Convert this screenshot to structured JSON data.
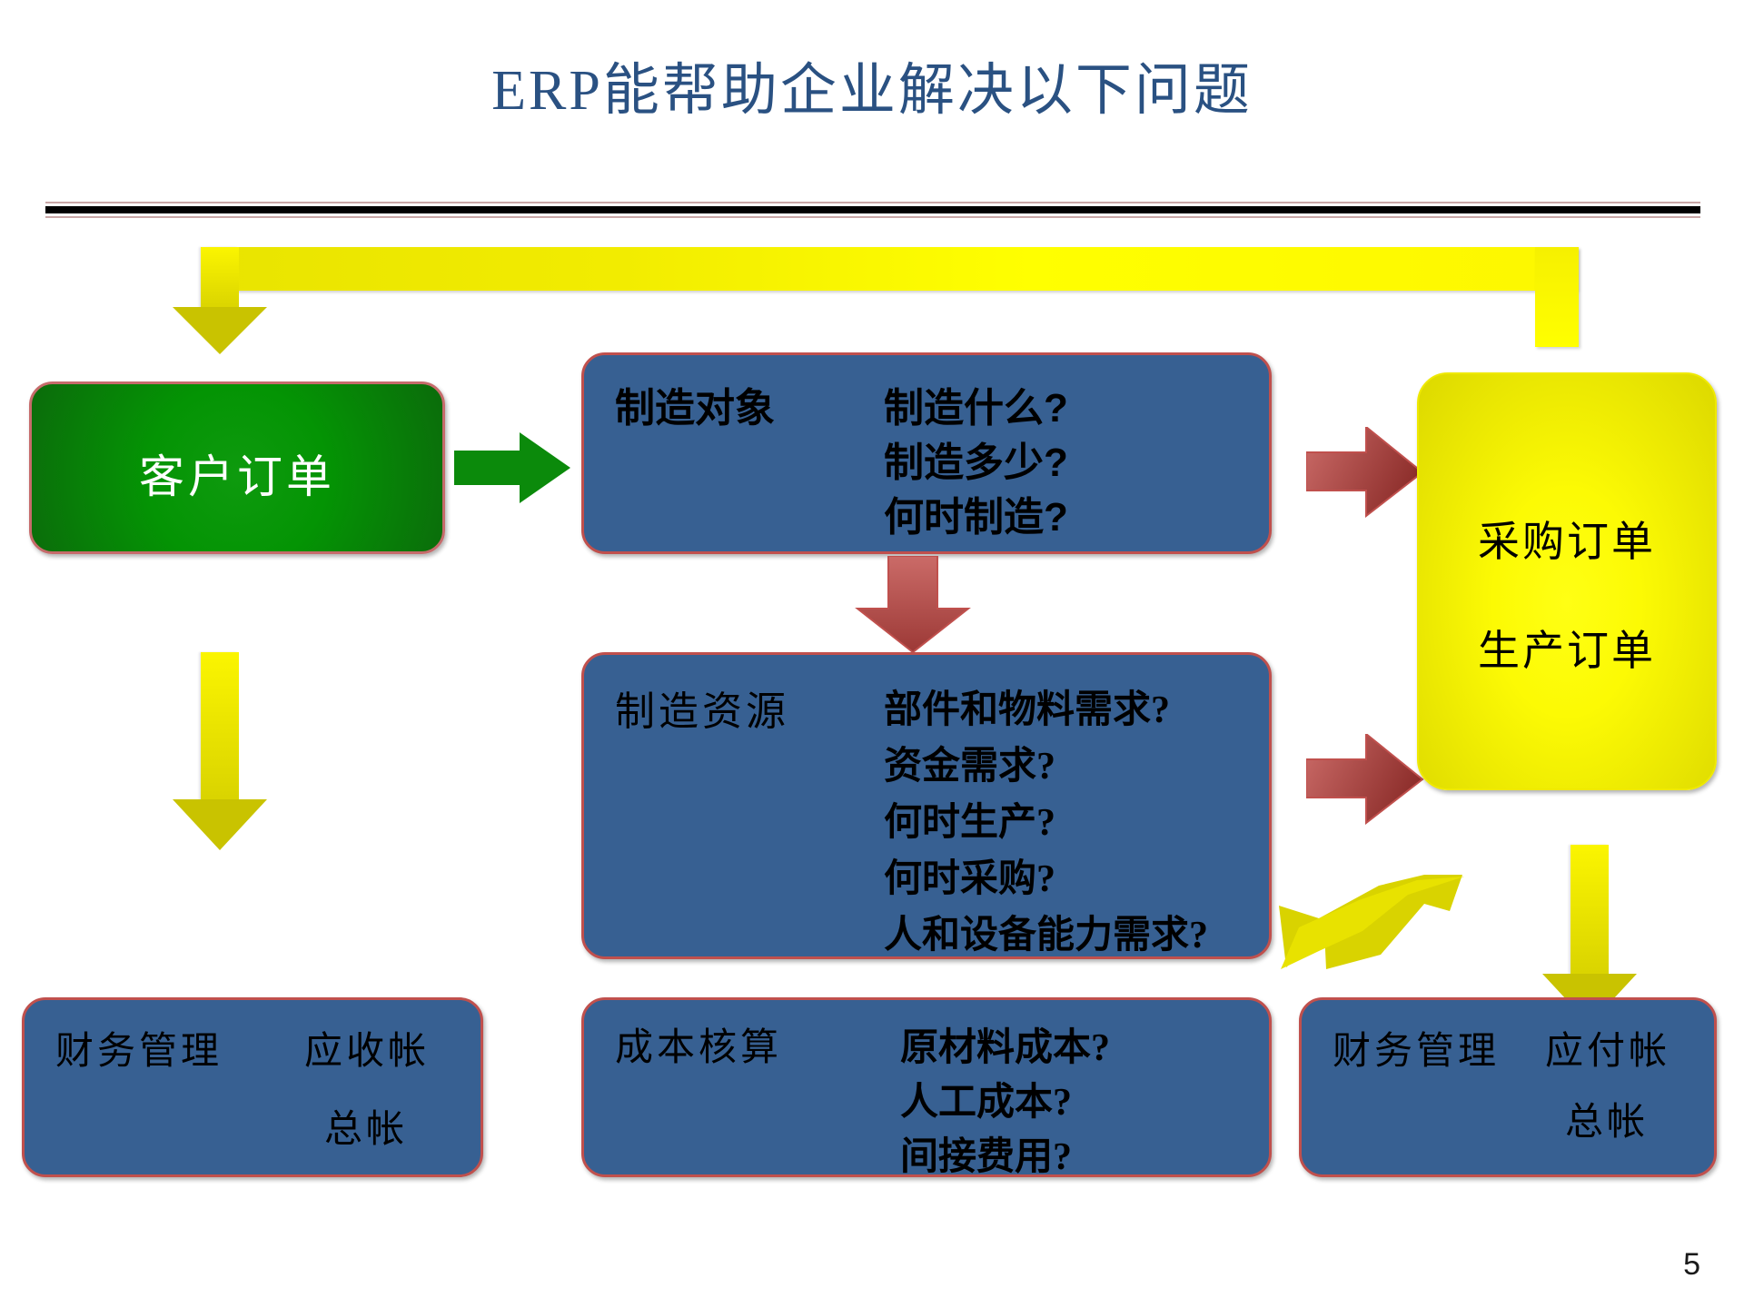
{
  "slide": {
    "title": "ERP能帮助企业解决以下问题",
    "page_number": "5",
    "title_color": "#2A5182"
  },
  "nodes": {
    "customer_order": {
      "label": "客户订单",
      "fill": "#0B8A0B",
      "border": "#C66B6B",
      "text_color": "#FFFFFF"
    },
    "manufacture_object": {
      "heading": "制造对象",
      "items": [
        "制造什么?",
        "制造多少?",
        "何时制造?"
      ],
      "fill": "#376092",
      "border": "#C0504D"
    },
    "manufacture_resource": {
      "heading": "制造资源",
      "items": [
        "部件和物料需求?",
        "资金需求?",
        "何时生产?",
        "何时采购?",
        "人和设备能力需求?"
      ],
      "fill": "#376092",
      "border": "#C0504D"
    },
    "orders_out": {
      "line1": "采购订单",
      "line2": "生产订单",
      "fill": "#FFFF00",
      "border": "#EFE900"
    },
    "finance_receivable": {
      "heading": "财务管理",
      "items": [
        "应收帐",
        "总帐"
      ],
      "fill": "#376092",
      "border": "#C0504D"
    },
    "cost_accounting": {
      "heading": "成本核算",
      "items": [
        "原材料成本?",
        "人工成本?",
        "间接费用?"
      ],
      "fill": "#376092",
      "border": "#C0504D"
    },
    "finance_payable": {
      "heading": "财务管理",
      "items": [
        "应付帐",
        "总帐"
      ],
      "fill": "#376092",
      "border": "#C0504D"
    }
  },
  "connectors": {
    "top_bar_color": "#FFFF00",
    "yellow_arrow_color": "#F2EC00",
    "red_arrow_color": "#C0504D",
    "green_arrow_color": "#0B8A0B",
    "divider_color": "#000000"
  }
}
